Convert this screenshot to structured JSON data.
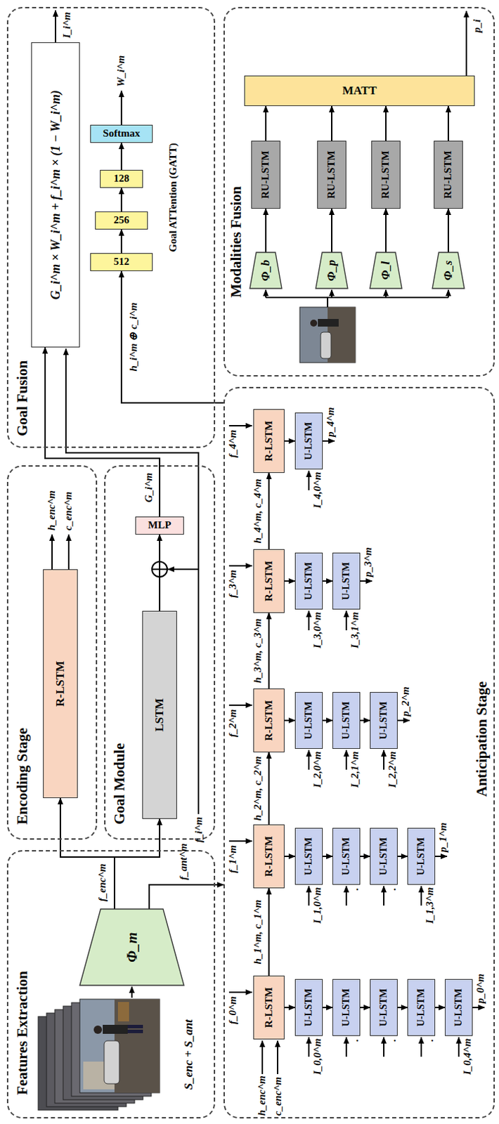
{
  "diagram": {
    "nodes": [
      {
        "text": [
          "Features Extraction"
        ]
      },
      {
        "text": [
          "Φ_m"
        ],
        "in": 0
      },
      {
        "text": [
          "Encoding Stage"
        ]
      },
      {
        "text": [
          "R-LSTM"
        ],
        "in": 2
      },
      {
        "text": [
          "Goal Module"
        ]
      },
      {
        "text": [
          "LSTM"
        ],
        "in": 4
      },
      {
        "text": [
          "MLP"
        ],
        "in": 4
      },
      {
        "text": [
          "Goal Fusion"
        ]
      },
      {
        "text": [
          "G_i^m × W_i^m + f_i^m × (1 − W_i^m)"
        ],
        "in": 7
      },
      {
        "text": [
          "512"
        ],
        "in": 7
      },
      {
        "text": [
          "256"
        ],
        "in": 7
      },
      {
        "text": [
          "128"
        ],
        "in": 7
      },
      {
        "text": [
          "Softmax"
        ],
        "in": 7
      },
      {
        "text": [
          "Anticipation Stage"
        ]
      },
      {
        "text": [
          "R-LSTM"
        ],
        "in": 13
      },
      {
        "text": [
          "U-LSTM"
        ],
        "in": 13
      },
      {
        "text": [
          "U-LSTM"
        ],
        "in": 13
      },
      {
        "text": [
          "U-LSTM"
        ],
        "in": 13
      },
      {
        "text": [
          "U-LSTM"
        ],
        "in": 13
      },
      {
        "text": [
          "U-LSTM"
        ],
        "in": 13
      },
      {
        "text": [
          "R-LSTM"
        ],
        "in": 13
      },
      {
        "text": [
          "U-LSTM"
        ],
        "in": 13
      },
      {
        "text": [
          "U-LSTM"
        ],
        "in": 13
      },
      {
        "text": [
          "U-LSTM"
        ],
        "in": 13
      },
      {
        "text": [
          "U-LSTM"
        ],
        "in": 13
      },
      {
        "text": [
          "R-LSTM"
        ],
        "in": 13
      },
      {
        "text": [
          "U-LSTM"
        ],
        "in": 13
      },
      {
        "text": [
          "U-LSTM"
        ],
        "in": 13
      },
      {
        "text": [
          "U-LSTM"
        ],
        "in": 13
      },
      {
        "text": [
          "R-LSTM"
        ],
        "in": 13
      },
      {
        "text": [
          "U-LSTM"
        ],
        "in": 13
      },
      {
        "text": [
          "U-LSTM"
        ],
        "in": 13
      },
      {
        "text": [
          "R-LSTM"
        ],
        "in": 13
      },
      {
        "text": [
          "U-LSTM"
        ],
        "in": 13
      },
      {
        "text": [
          "Modalities Fusion"
        ]
      },
      {
        "text": [
          "Φ_b"
        ],
        "in": 34
      },
      {
        "text": [
          "Φ_p"
        ],
        "in": 34
      },
      {
        "text": [
          "Φ_l"
        ],
        "in": 34
      },
      {
        "text": [
          "Φ_s"
        ],
        "in": 34
      },
      {
        "text": [
          "RU-LSTM"
        ],
        "in": 34
      },
      {
        "text": [
          "RU-LSTM"
        ],
        "in": 34
      },
      {
        "text": [
          "RU-LSTM"
        ],
        "in": 34
      },
      {
        "text": [
          "RU-LSTM"
        ],
        "in": 34
      },
      {
        "text": [
          "MATT"
        ],
        "in": 34
      }
    ],
    "edges": [
      {
        "from": 1,
        "to": 3,
        "arrow": "to"
      },
      {
        "from": 1,
        "to": 5,
        "arrow": "to"
      },
      {
        "from": 1,
        "to": 13,
        "arrow": "to"
      },
      {
        "from": 5,
        "to": 6,
        "arrow": "to"
      },
      {
        "from": 6,
        "to": 8,
        "label": "G_i^m",
        "arrow": "to"
      },
      {
        "from": 13,
        "to": 9,
        "label": "h_i^m ⊕ c_i^m",
        "arrow": "to"
      },
      {
        "from": 9,
        "to": 10,
        "arrow": "to"
      },
      {
        "from": 10,
        "to": 11,
        "arrow": "to"
      },
      {
        "from": 11,
        "to": 12,
        "arrow": "to"
      },
      {
        "from": 14,
        "to": 20,
        "label": "h_1^m, c_1^m",
        "arrow": "to"
      },
      {
        "from": 20,
        "to": 25,
        "label": "h_2^m, c_2^m",
        "arrow": "to"
      },
      {
        "from": 25,
        "to": 29,
        "label": "h_3^m, c_3^m",
        "arrow": "to"
      },
      {
        "from": 29,
        "to": 32,
        "label": "h_4^m, c_4^m",
        "arrow": "to"
      },
      {
        "from": 14,
        "to": 15,
        "arrow": "to"
      },
      {
        "from": 15,
        "to": 16,
        "arrow": "to"
      },
      {
        "from": 16,
        "to": 17,
        "arrow": "to"
      },
      {
        "from": 17,
        "to": 18,
        "arrow": "to"
      },
      {
        "from": 18,
        "to": 19,
        "arrow": "to"
      },
      {
        "from": 20,
        "to": 21,
        "arrow": "to"
      },
      {
        "from": 21,
        "to": 22,
        "arrow": "to"
      },
      {
        "from": 22,
        "to": 23,
        "arrow": "to"
      },
      {
        "from": 23,
        "to": 24,
        "arrow": "to"
      },
      {
        "from": 25,
        "to": 26,
        "arrow": "to"
      },
      {
        "from": 26,
        "to": 27,
        "arrow": "to"
      },
      {
        "from": 27,
        "to": 28,
        "arrow": "to"
      },
      {
        "from": 29,
        "to": 30,
        "arrow": "to"
      },
      {
        "from": 30,
        "to": 31,
        "arrow": "to"
      },
      {
        "from": 32,
        "to": 33,
        "arrow": "to"
      },
      {
        "from": 35,
        "to": 39,
        "arrow": "to"
      },
      {
        "from": 36,
        "to": 40,
        "arrow": "to"
      },
      {
        "from": 37,
        "to": 41,
        "arrow": "to"
      },
      {
        "from": 38,
        "to": 42,
        "arrow": "to"
      },
      {
        "from": 39,
        "to": 43,
        "arrow": "to"
      },
      {
        "from": 40,
        "to": 43,
        "arrow": "to"
      },
      {
        "from": 41,
        "to": 43,
        "arrow": "to"
      },
      {
        "from": 42,
        "to": 43,
        "arrow": "to"
      }
    ],
    "labels": [
      "S_enc + S_ant",
      "f_enc^m",
      "f_ant^m",
      "h_enc^m",
      "c_enc^m",
      "f_i^m",
      "I_i^m",
      "W_i^m",
      "Goal ATTention (GATT)",
      "h_enc^m",
      "c_enc^m",
      "f_0^m",
      "f_1^m",
      "f_2^m",
      "f_3^m",
      "f_4^m",
      "I_0,0^m",
      ".",
      ".",
      ".",
      "I_0,4^m",
      "I_1,0^m",
      ".",
      ".",
      "I_1,3^m",
      "I_2,0^m",
      "I_2,1^m",
      "I_2,2^m",
      "I_3,0^m",
      "I_3,1^m",
      "I_4,0^m",
      "p_0^m",
      "p_1^m",
      "p_2^m",
      "p_3^m",
      "p_4^m",
      "p_i"
    ]
  }
}
